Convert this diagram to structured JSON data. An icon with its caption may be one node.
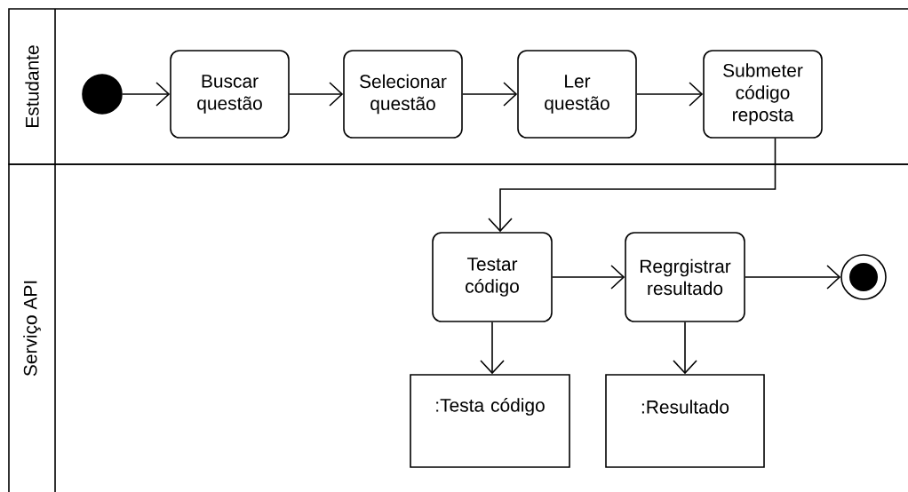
{
  "diagram": {
    "nodes": [
      {
        "text": [
          "Estudante"
        ]
      },
      {
        "text": [
          "Serviço API"
        ]
      },
      {
        "text": [],
        "shape": "circle",
        "in": 0
      },
      {
        "text": [
          "Buscar questão"
        ],
        "in": 0
      },
      {
        "text": [
          "Selecionar questão"
        ],
        "in": 0
      },
      {
        "text": [
          "Ler questão"
        ],
        "in": 0
      },
      {
        "text": [
          "Submeter código reposta"
        ],
        "in": 0
      },
      {
        "text": [
          "Testar código"
        ],
        "in": 1
      },
      {
        "text": [
          "Regrgistrar resultado"
        ],
        "in": 1
      },
      {
        "text": [],
        "shape": "circle",
        "in": 1
      },
      {
        "text": [
          ":Testa código"
        ],
        "in": 1
      },
      {
        "text": [
          ":Resultado"
        ],
        "in": 1
      }
    ],
    "edges": [
      {
        "from": 2,
        "to": 3,
        "arrow": "to"
      },
      {
        "from": 3,
        "to": 4,
        "arrow": "to"
      },
      {
        "from": 4,
        "to": 5,
        "arrow": "to"
      },
      {
        "from": 5,
        "to": 6,
        "arrow": "to"
      },
      {
        "from": 6,
        "to": 7,
        "arrow": "to"
      },
      {
        "from": 7,
        "to": 8,
        "arrow": "to"
      },
      {
        "from": 8,
        "to": 9,
        "arrow": "to"
      },
      {
        "from": 7,
        "to": 10,
        "arrow": "to"
      },
      {
        "from": 8,
        "to": 11,
        "arrow": "to"
      }
    ]
  }
}
